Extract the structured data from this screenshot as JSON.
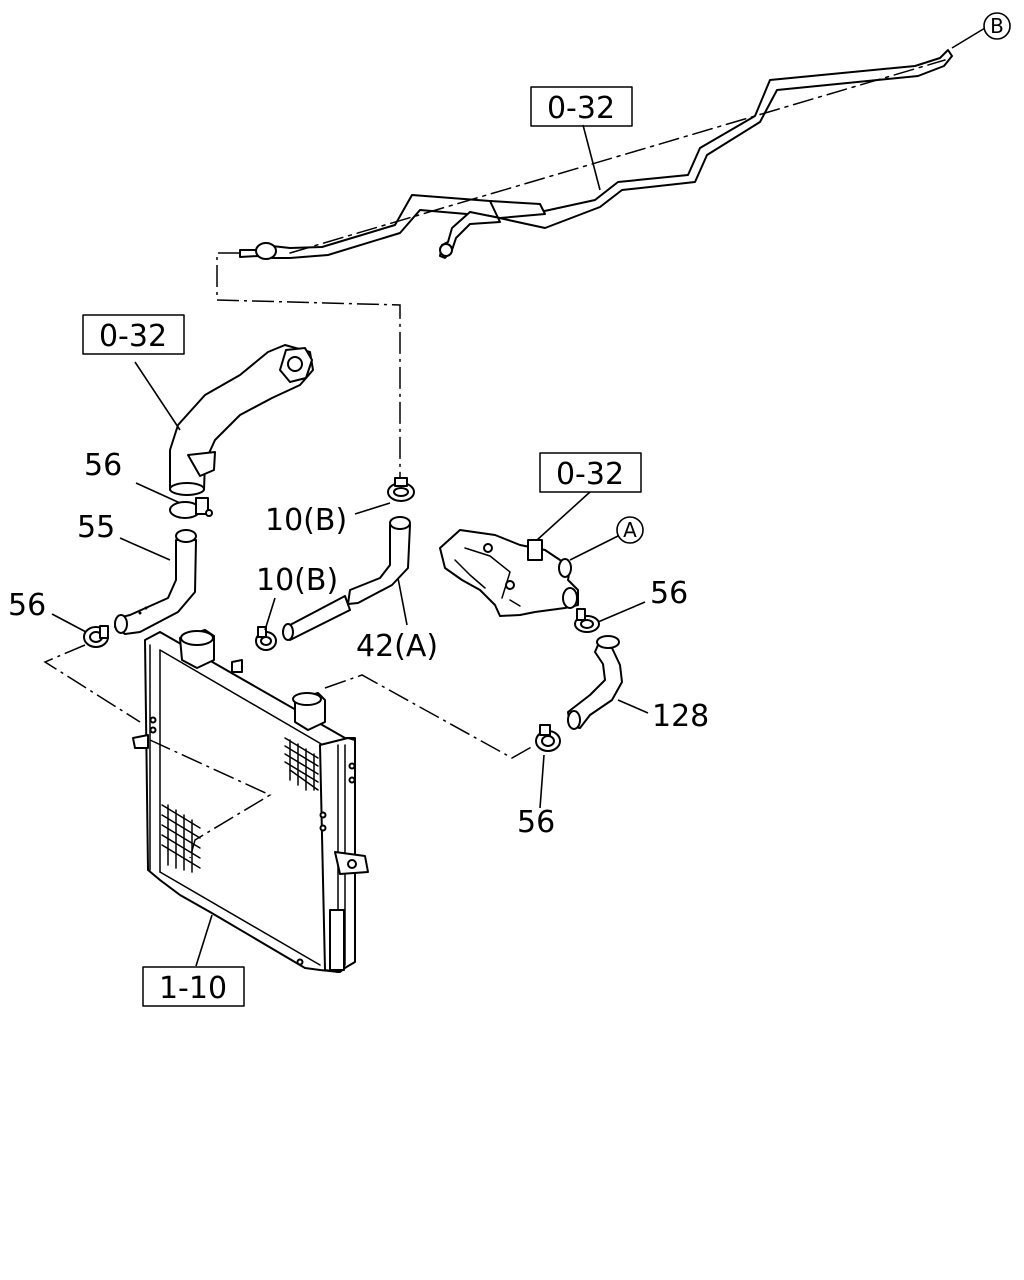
{
  "diagram": {
    "ref_boxes": [
      {
        "id": "ref-box-pipe",
        "text": "0-32"
      },
      {
        "id": "ref-box-elbow",
        "text": "0-32"
      },
      {
        "id": "ref-box-housing",
        "text": "0-32"
      },
      {
        "id": "ref-box-radiator",
        "text": "1-10"
      }
    ],
    "part_labels": [
      {
        "id": "label-56-top",
        "text": "56"
      },
      {
        "id": "label-55",
        "text": "55"
      },
      {
        "id": "label-56-left",
        "text": "56"
      },
      {
        "id": "label-10b-upper",
        "text": "10(B)"
      },
      {
        "id": "label-10b-lower",
        "text": "10(B)"
      },
      {
        "id": "label-42a",
        "text": "42(A)"
      },
      {
        "id": "label-56-right",
        "text": "56"
      },
      {
        "id": "label-128",
        "text": "128"
      },
      {
        "id": "label-56-bottom",
        "text": "56"
      }
    ],
    "callouts": [
      {
        "id": "callout-b",
        "text": "B"
      },
      {
        "id": "callout-a",
        "text": "A"
      }
    ]
  }
}
